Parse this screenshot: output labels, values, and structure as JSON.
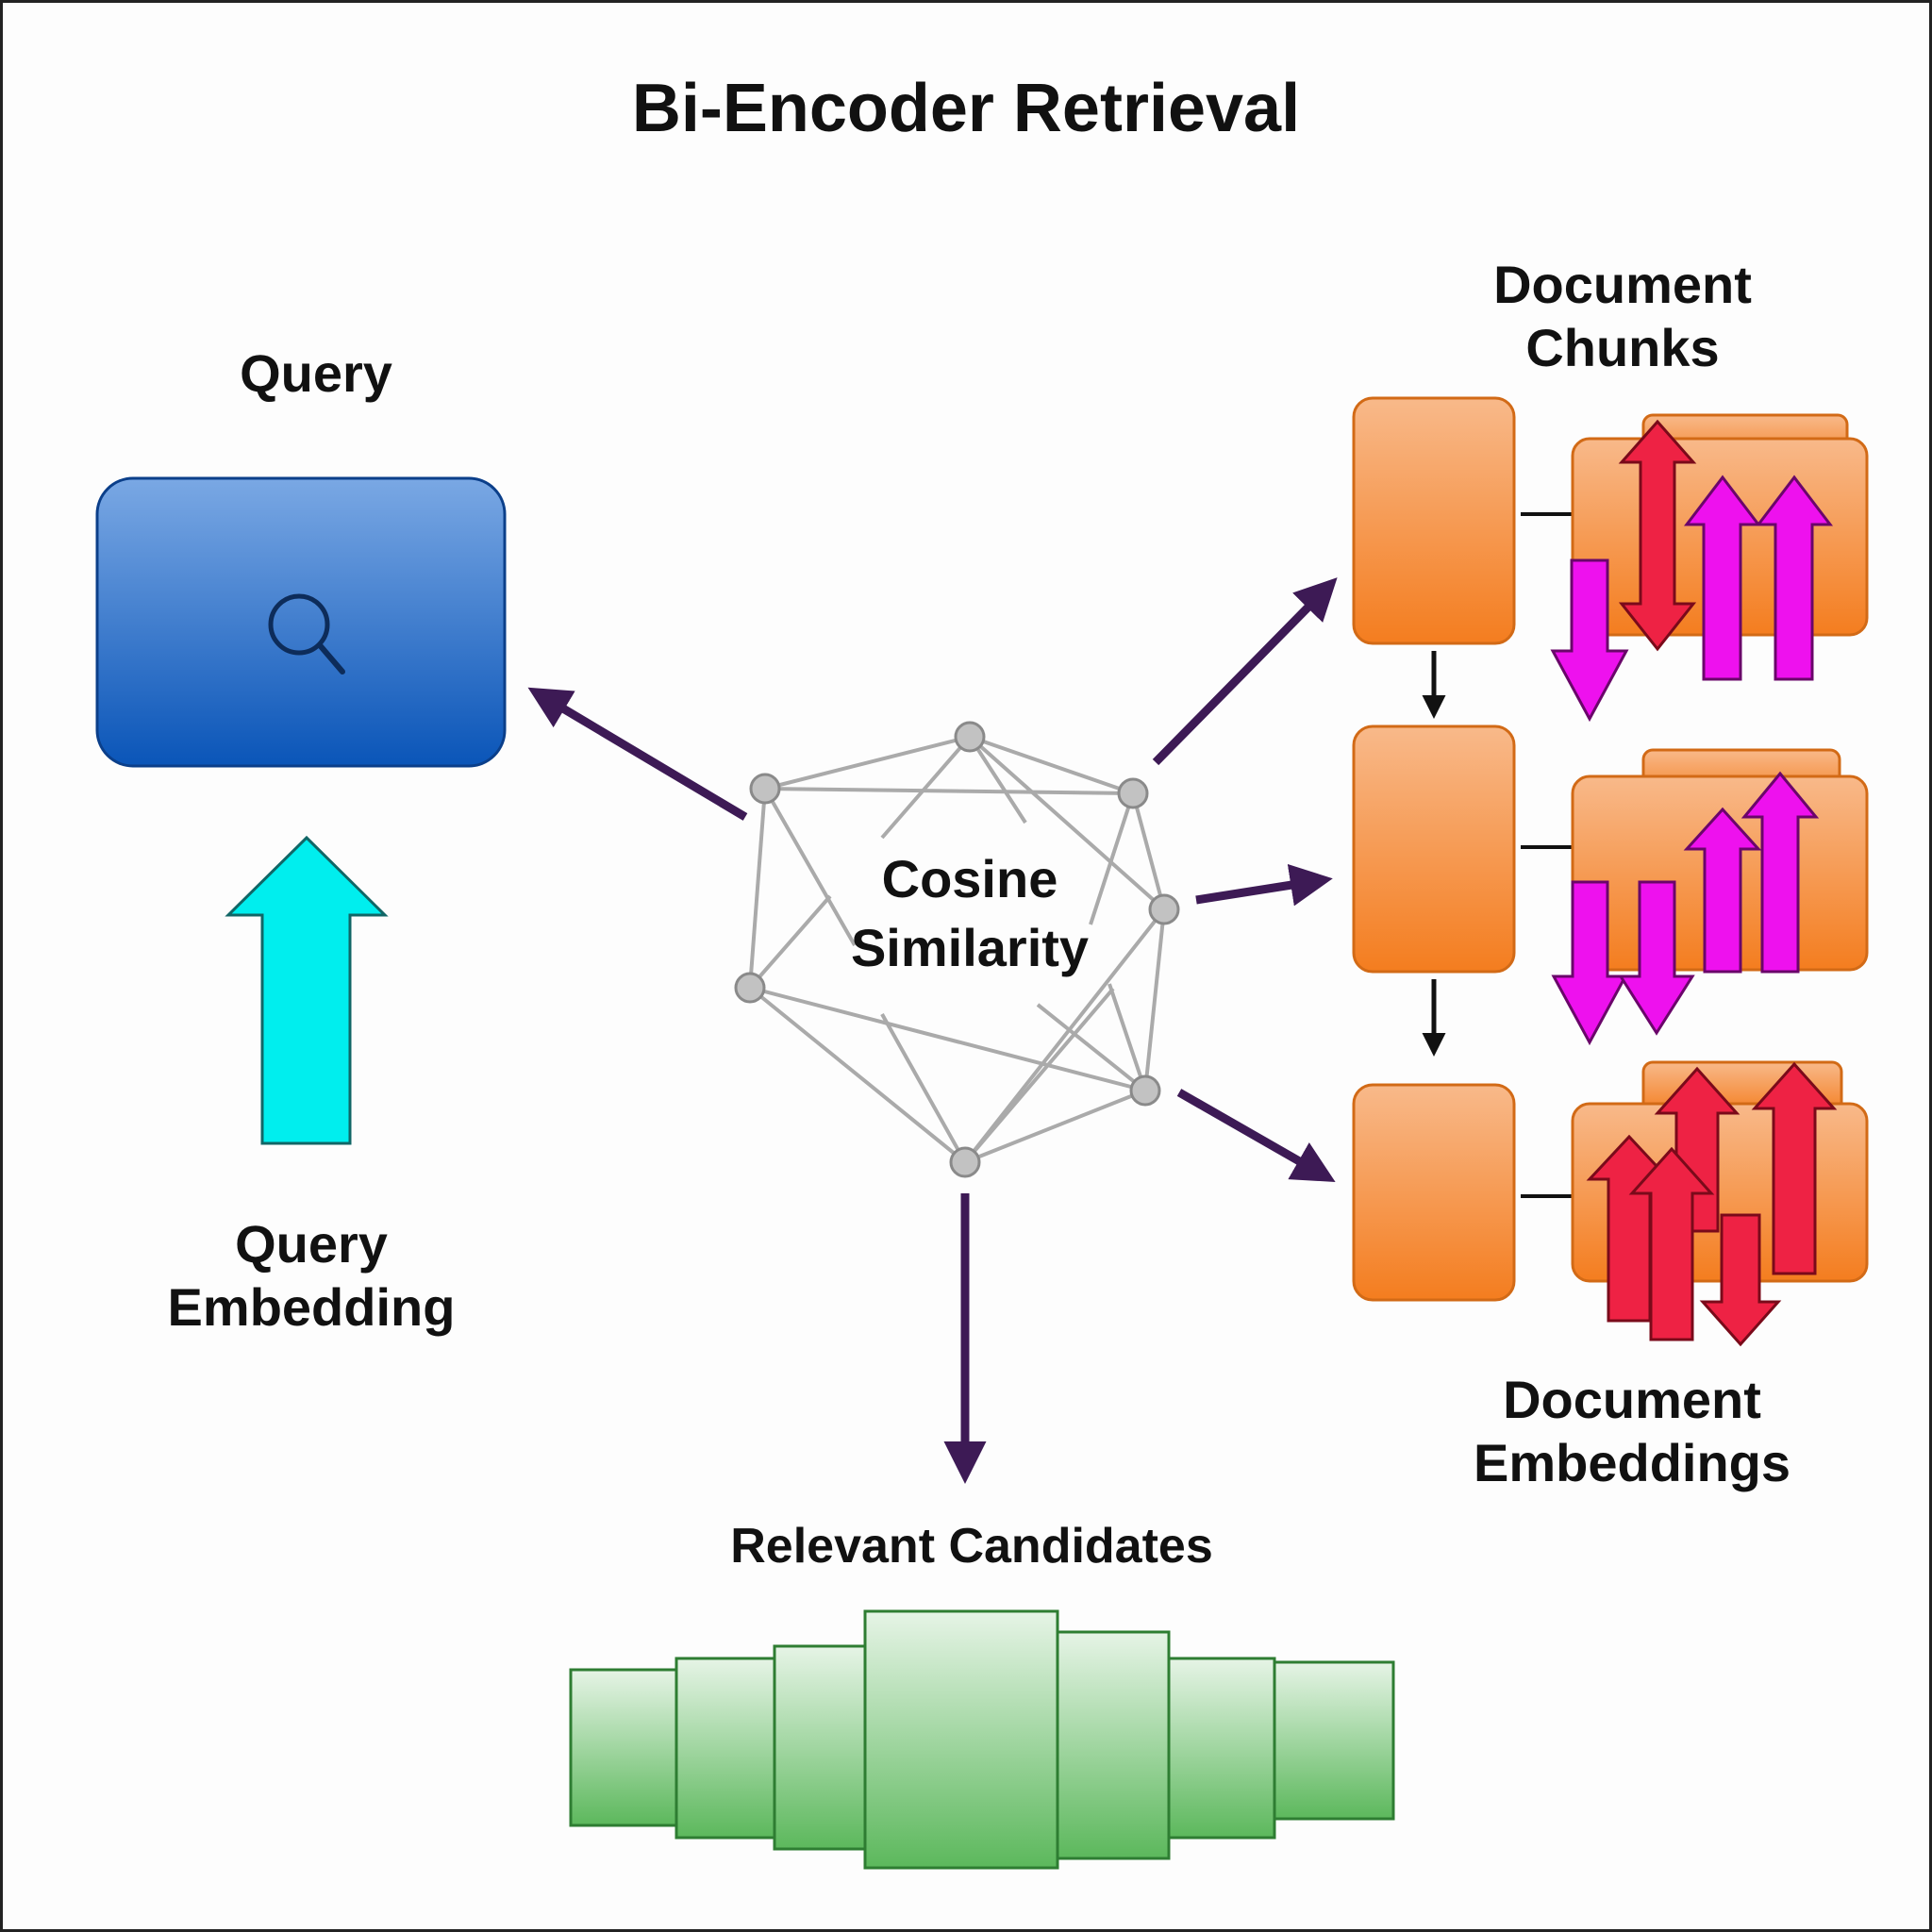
{
  "title": "Bi-Encoder Retrieval",
  "labels": {
    "query": "Query",
    "query_embedding": "Query\nEmbedding",
    "document_chunks": "Document\nChunks",
    "document_embeddings": "Document\nEmbeddings",
    "cosine_similarity": "Cosine\nSimilarity",
    "relevant_candidates": "Relevant Candidates"
  },
  "icons": {
    "query_box": "search-icon",
    "query_embedding": "up-arrow-icon",
    "similarity_graph": "network-graph-icon"
  },
  "colors": {
    "query_box": "#1f63c2",
    "query_arrow": "#00eeee",
    "document_chunk": "#f5872c",
    "embedding_magenta": "#ee11ee",
    "embedding_red": "#ee2244",
    "candidates": "#66bb66",
    "connector": "#3d1a55",
    "graph_edges": "#aaaaaa"
  }
}
